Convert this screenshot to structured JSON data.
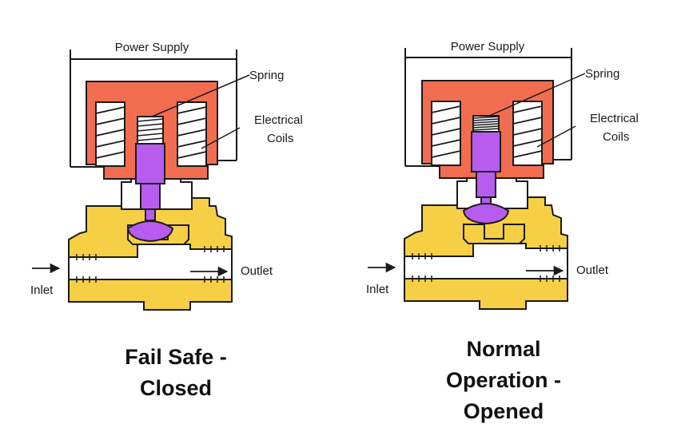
{
  "colors": {
    "coil_housing": "#f26d4f",
    "plunger": "#b85cf0",
    "valve_body": "#f7cf45",
    "outline": "#1a1a1a"
  },
  "diagrams": [
    {
      "state": "closed",
      "labels": {
        "power_supply": "Power Supply",
        "spring": "Spring",
        "coils_line1": "Electrical",
        "coils_line2": "Coils",
        "inlet": "Inlet",
        "outlet": "Outlet"
      },
      "caption": [
        "Fail Safe -",
        "Closed"
      ]
    },
    {
      "state": "opened",
      "labels": {
        "power_supply": "Power Supply",
        "spring": "Spring",
        "coils_line1": "Electrical",
        "coils_line2": "Coils",
        "inlet": "Inlet",
        "outlet": "Outlet"
      },
      "caption": [
        "Normal",
        "Operation -",
        "Opened"
      ]
    }
  ]
}
